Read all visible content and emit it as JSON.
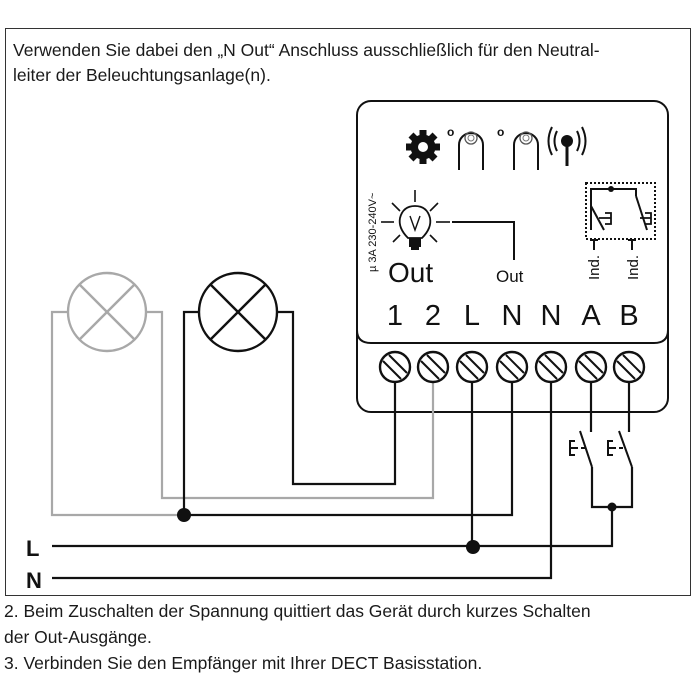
{
  "note": {
    "line1": "Verwenden Sie dabei den „N Out“ Anschluss ausschließlich für den Neutral-",
    "line2": "leiter der Beleuchtungsanlage(n)."
  },
  "device": {
    "rating_label": "µ 3A 230-240V~",
    "out_label_large": "Out",
    "out_label_small": "Out",
    "indicator_a": "Ind.",
    "indicator_b": "Ind.",
    "terminals": [
      "1",
      "2",
      "L",
      "N",
      "N",
      "A",
      "B"
    ],
    "icons": [
      "gear-icon",
      "button-icon",
      "button-icon",
      "radio-antenna-icon",
      "light-bulb-icon",
      "pushbutton-switch-icon"
    ],
    "led_marks": [
      "o",
      "o"
    ]
  },
  "supply": {
    "line_label": "L",
    "neutral_label": "N"
  },
  "colors": {
    "wire_primary": "#111111",
    "wire_secondary": "#a8a8a8"
  },
  "steps": [
    "2. Beim Zuschalten der Spannung quittiert das Gerät durch kurzes Schalten",
    "der Out-Ausgänge.",
    "3. Verbinden Sie den Empfänger mit Ihrer DECT Basisstation."
  ]
}
